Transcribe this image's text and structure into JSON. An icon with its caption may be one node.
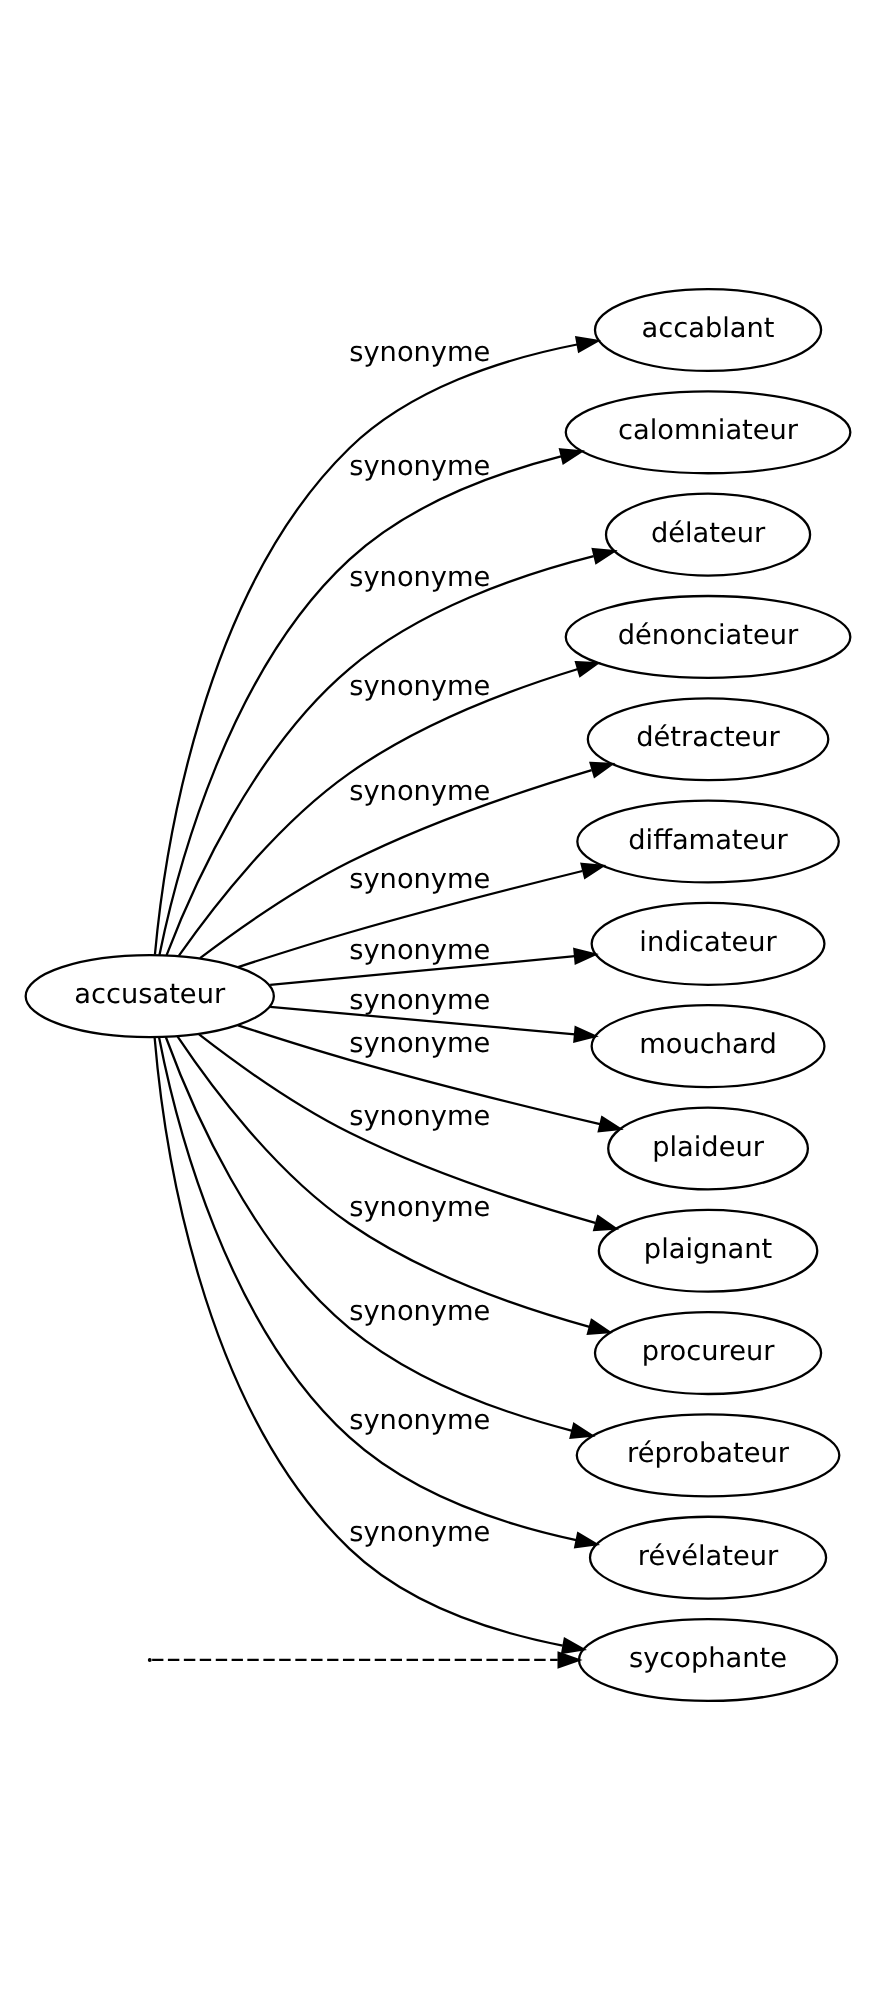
{
  "diagram": {
    "nodes": [
      {
        "text": [
          "accusateur"
        ]
      },
      {
        "text": [
          "accablant"
        ]
      },
      {
        "text": [
          "calomniateur"
        ]
      },
      {
        "text": [
          "délateur"
        ]
      },
      {
        "text": [
          "dénonciateur"
        ]
      },
      {
        "text": [
          "détracteur"
        ]
      },
      {
        "text": [
          "diffamateur"
        ]
      },
      {
        "text": [
          "indicateur"
        ]
      },
      {
        "text": [
          "mouchard"
        ]
      },
      {
        "text": [
          "plaideur"
        ]
      },
      {
        "text": [
          "plaignant"
        ]
      },
      {
        "text": [
          "procureur"
        ]
      },
      {
        "text": [
          "réprobateur"
        ]
      },
      {
        "text": [
          "révélateur"
        ]
      },
      {
        "text": [
          "sycophante"
        ]
      }
    ],
    "edges": [
      {
        "from": 0,
        "to": 1,
        "arrow": "to",
        "label": "synonyme"
      },
      {
        "from": 0,
        "to": 2,
        "arrow": "to",
        "label": "synonyme"
      },
      {
        "from": 0,
        "to": 3,
        "arrow": "to",
        "label": "synonyme"
      },
      {
        "from": 0,
        "to": 4,
        "arrow": "to",
        "label": "synonyme"
      },
      {
        "from": 0,
        "to": 5,
        "arrow": "to",
        "label": "synonyme"
      },
      {
        "from": 0,
        "to": 6,
        "arrow": "to",
        "label": "synonyme"
      },
      {
        "from": 0,
        "to": 7,
        "arrow": "to",
        "label": "synonyme"
      },
      {
        "from": 0,
        "to": 8,
        "arrow": "to",
        "label": "synonyme"
      },
      {
        "from": 0,
        "to": 9,
        "arrow": "to",
        "label": "synonyme"
      },
      {
        "from": 0,
        "to": 10,
        "arrow": "to",
        "label": "synonyme"
      },
      {
        "from": 0,
        "to": 11,
        "arrow": "to",
        "label": "synonyme"
      },
      {
        "from": 0,
        "to": 12,
        "arrow": "to",
        "label": "synonyme"
      },
      {
        "from": 0,
        "to": 13,
        "arrow": "to",
        "label": "synonyme"
      },
      {
        "from": 0,
        "to": 14,
        "arrow": "to",
        "label": "synonyme"
      },
      {
        "from": null,
        "to": 14,
        "arrow": "to",
        "style": "dashed"
      }
    ]
  }
}
